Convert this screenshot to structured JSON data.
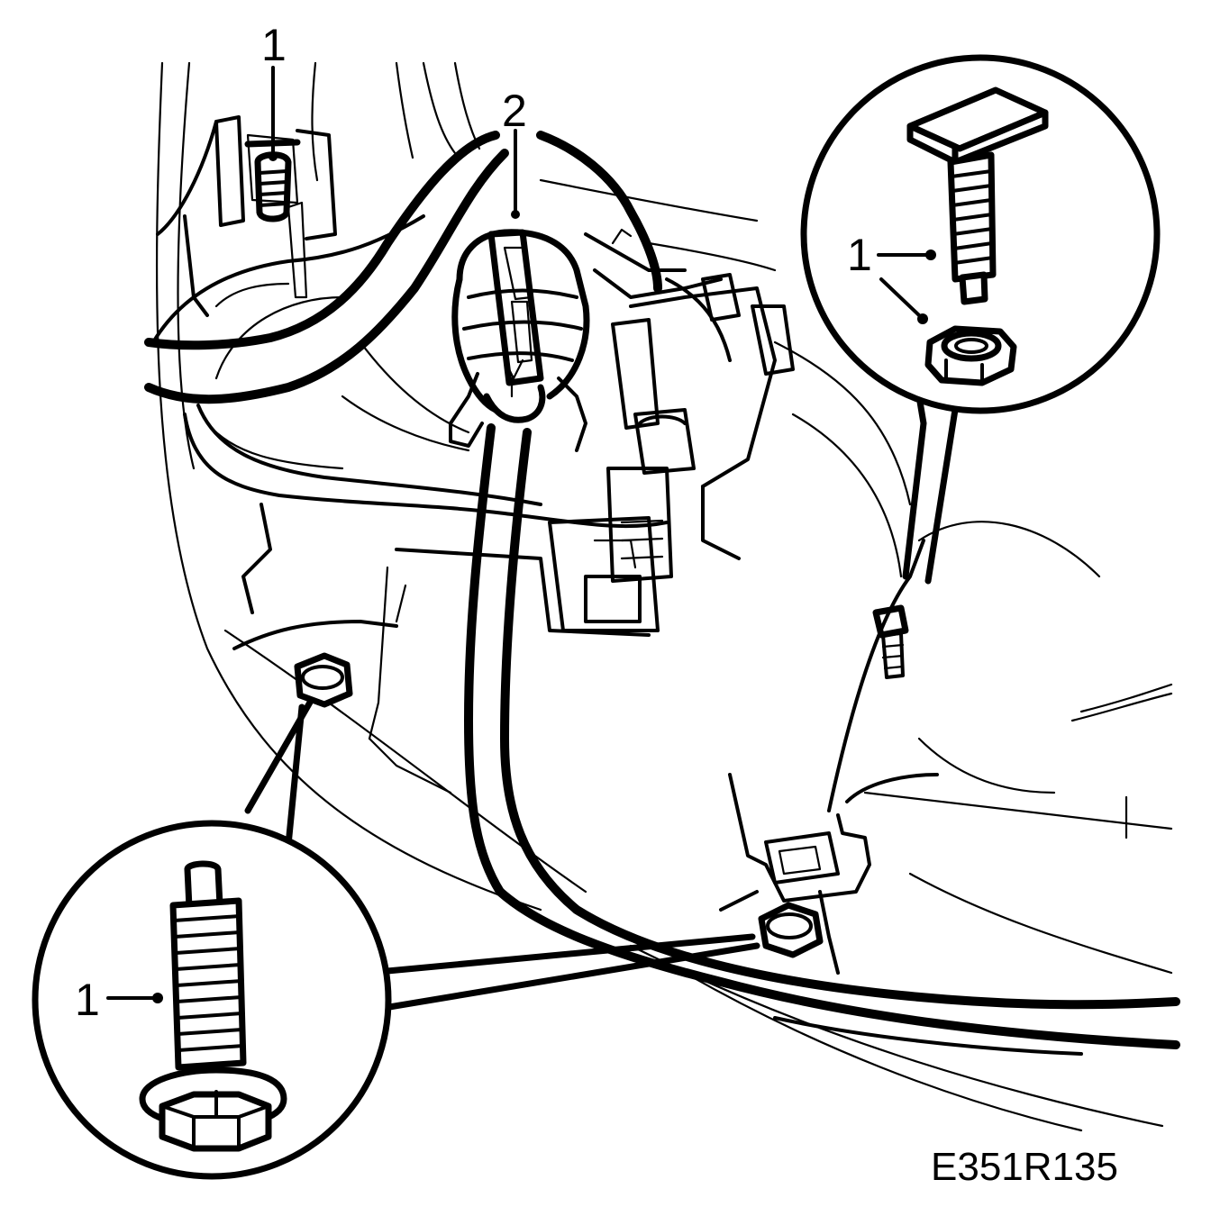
{
  "callouts": {
    "top_left": "1",
    "connector": "2",
    "circle_top_right": "1",
    "circle_bottom_left": "1"
  },
  "figure_code": "E351R135"
}
